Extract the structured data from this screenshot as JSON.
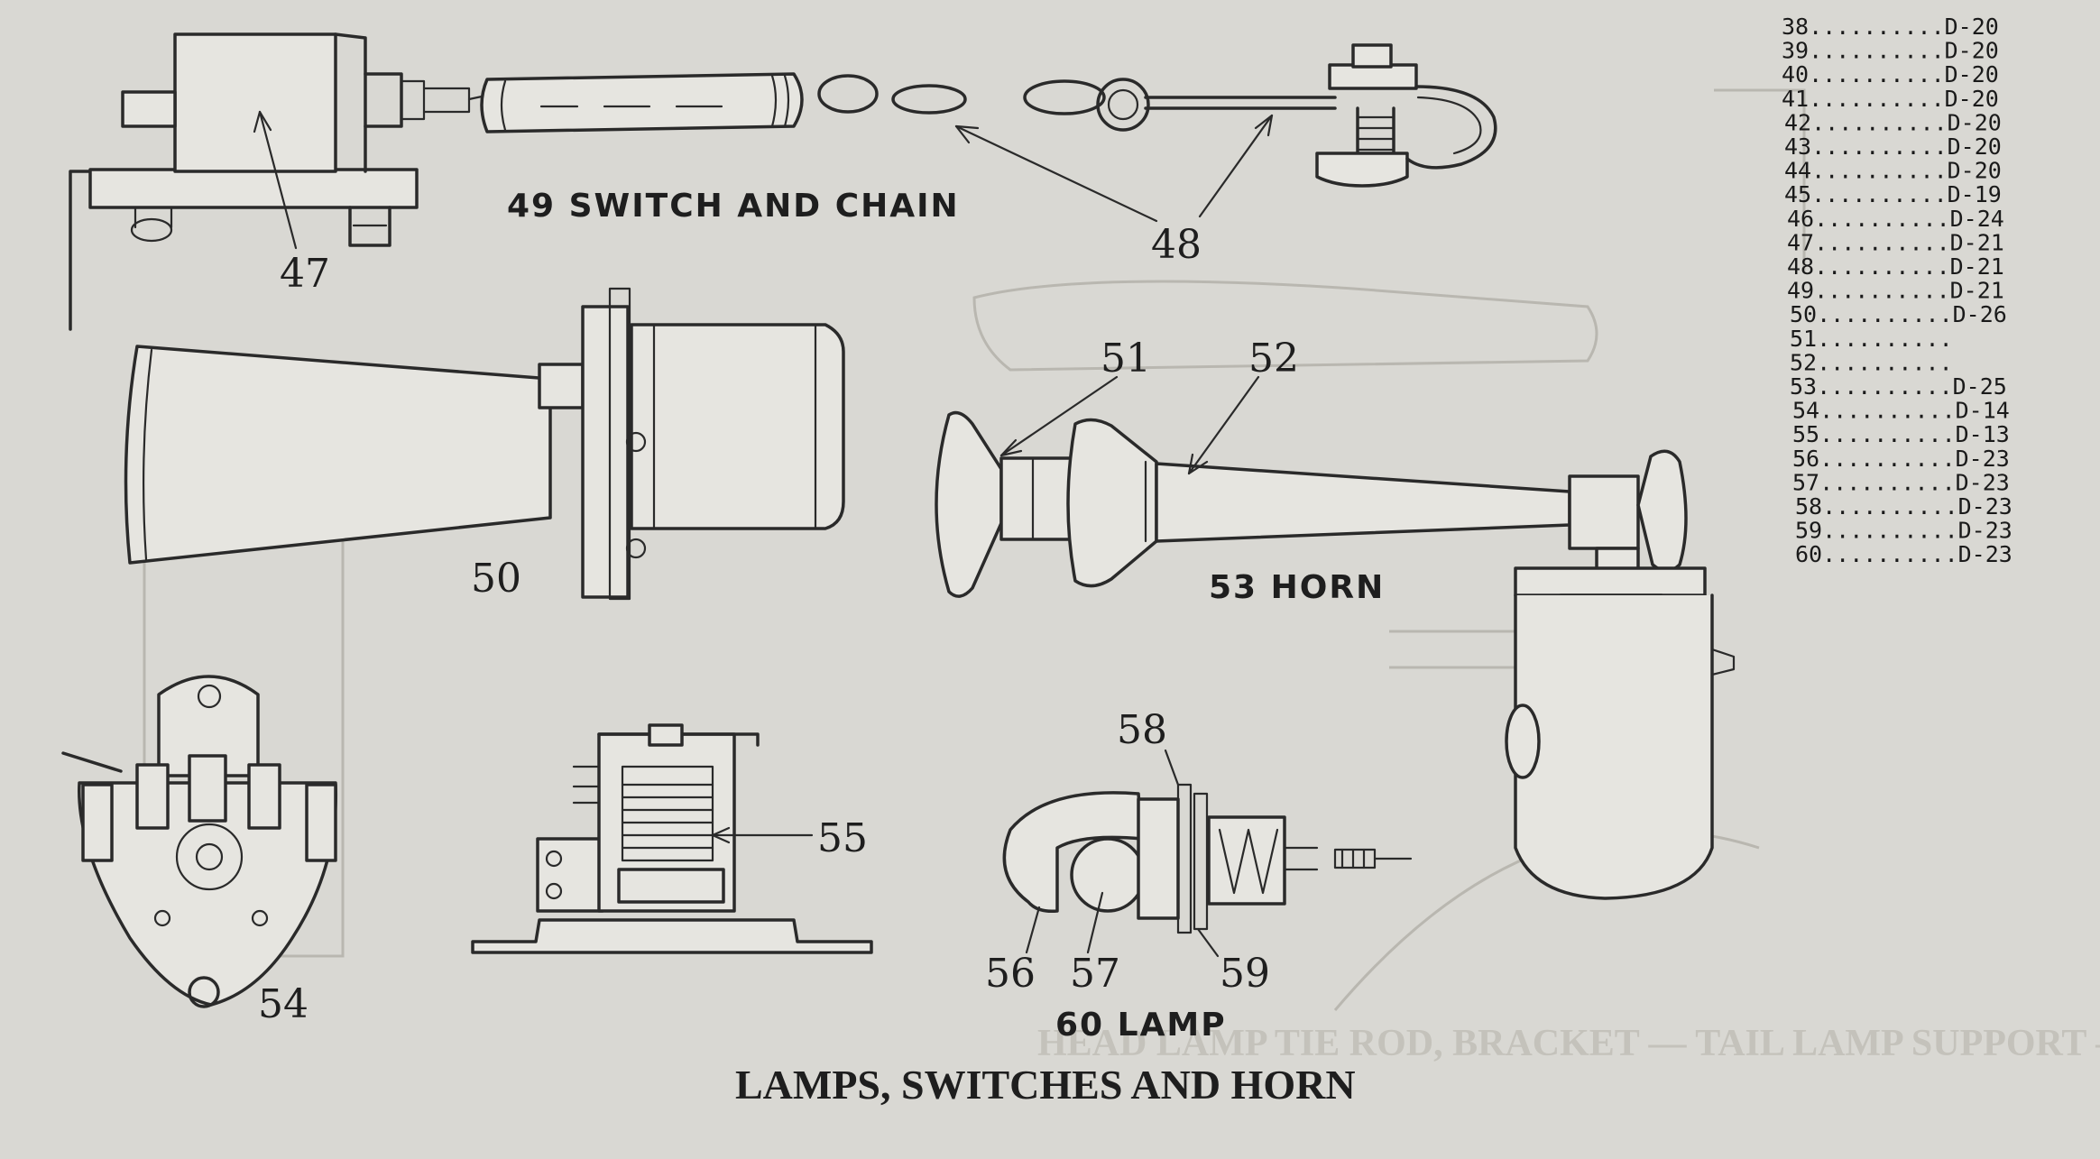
{
  "title": "LAMPS, SWITCHES AND HORN",
  "bleed_through_text": "HEAD LAMP TIE ROD, BRACKET — TAIL LAMP SUPPORT — Con.",
  "captions": {
    "switch_and_chain": "49 SWITCH AND CHAIN",
    "horn": "53 HORN",
    "lamp": "60 LAMP"
  },
  "callouts": {
    "c47": "47",
    "c48": "48",
    "c50": "50",
    "c51": "51",
    "c52": "52",
    "c54": "54",
    "c55": "55",
    "c56": "56",
    "c57": "57",
    "c58": "58",
    "c59": "59"
  },
  "index": [
    {
      "num": "38",
      "ref": "D-20"
    },
    {
      "num": "39",
      "ref": "D-20"
    },
    {
      "num": "40",
      "ref": "D-20"
    },
    {
      "num": "41",
      "ref": "D-20"
    },
    {
      "num": "42",
      "ref": "D-20"
    },
    {
      "num": "43",
      "ref": "D-20"
    },
    {
      "num": "44",
      "ref": "D-20"
    },
    {
      "num": "45",
      "ref": "D-19"
    },
    {
      "num": "46",
      "ref": "D-24"
    },
    {
      "num": "47",
      "ref": "D-21"
    },
    {
      "num": "48",
      "ref": "D-21"
    },
    {
      "num": "49",
      "ref": "D-21"
    },
    {
      "num": "50",
      "ref": "D-26"
    },
    {
      "num": "51",
      "ref": ""
    },
    {
      "num": "52",
      "ref": ""
    },
    {
      "num": "53",
      "ref": "D-25"
    },
    {
      "num": "54",
      "ref": "D-14"
    },
    {
      "num": "55",
      "ref": "D-13"
    },
    {
      "num": "56",
      "ref": "D-23"
    },
    {
      "num": "57",
      "ref": "D-23"
    },
    {
      "num": "58",
      "ref": "D-23"
    },
    {
      "num": "59",
      "ref": "D-23"
    },
    {
      "num": "60",
      "ref": "D-23"
    }
  ]
}
